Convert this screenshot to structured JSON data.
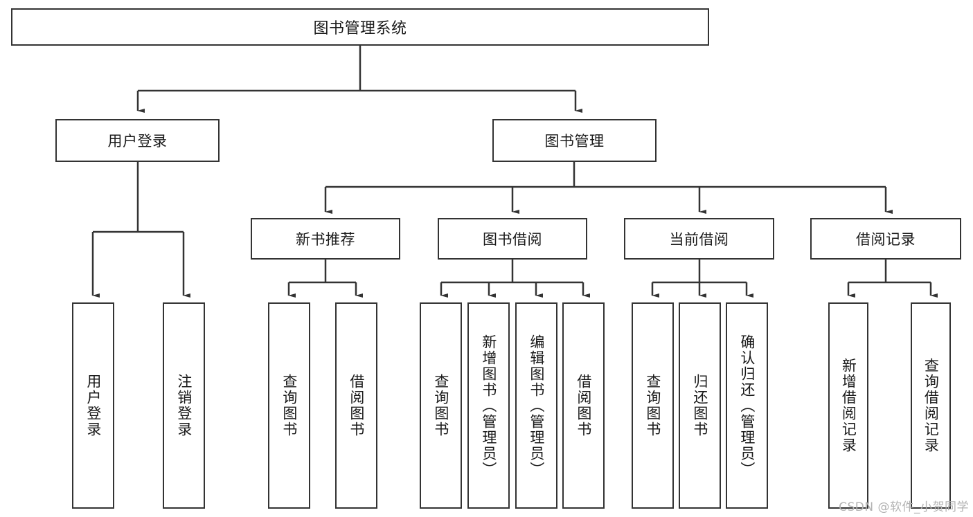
{
  "diagram": {
    "title": "图书管理系统",
    "root": {
      "label": "图书管理系统"
    },
    "level2": [
      {
        "label": "用户登录"
      },
      {
        "label": "图书管理"
      }
    ],
    "level3": [
      {
        "label": "新书推荐"
      },
      {
        "label": "图书借阅"
      },
      {
        "label": "当前借阅"
      },
      {
        "label": "借阅记录"
      }
    ],
    "leaves": {
      "user_login": [
        {
          "label": "用户登录"
        },
        {
          "label": "注销登录"
        }
      ],
      "new_book_recommend": [
        {
          "label": "查询图书"
        },
        {
          "label": "借阅图书"
        }
      ],
      "book_borrow": [
        {
          "label": "查询图书"
        },
        {
          "label": "新增图书（管理员）"
        },
        {
          "label": "编辑图书（管理员）"
        },
        {
          "label": "借阅图书"
        }
      ],
      "current_borrow": [
        {
          "label": "查询图书"
        },
        {
          "label": "归还图书"
        },
        {
          "label": "确认归还（管理员）"
        }
      ],
      "borrow_record": [
        {
          "label": "新增借阅记录"
        },
        {
          "label": "查询借阅记录"
        }
      ]
    }
  },
  "watermark": {
    "text": "CSDN @软件_小贺同学"
  },
  "colors": {
    "background": "#ffffff",
    "box_border": "#333333",
    "box_fill": "#ffffff",
    "text": "#1a1a1a",
    "line": "#333333",
    "watermark": "#b3b3b3"
  }
}
